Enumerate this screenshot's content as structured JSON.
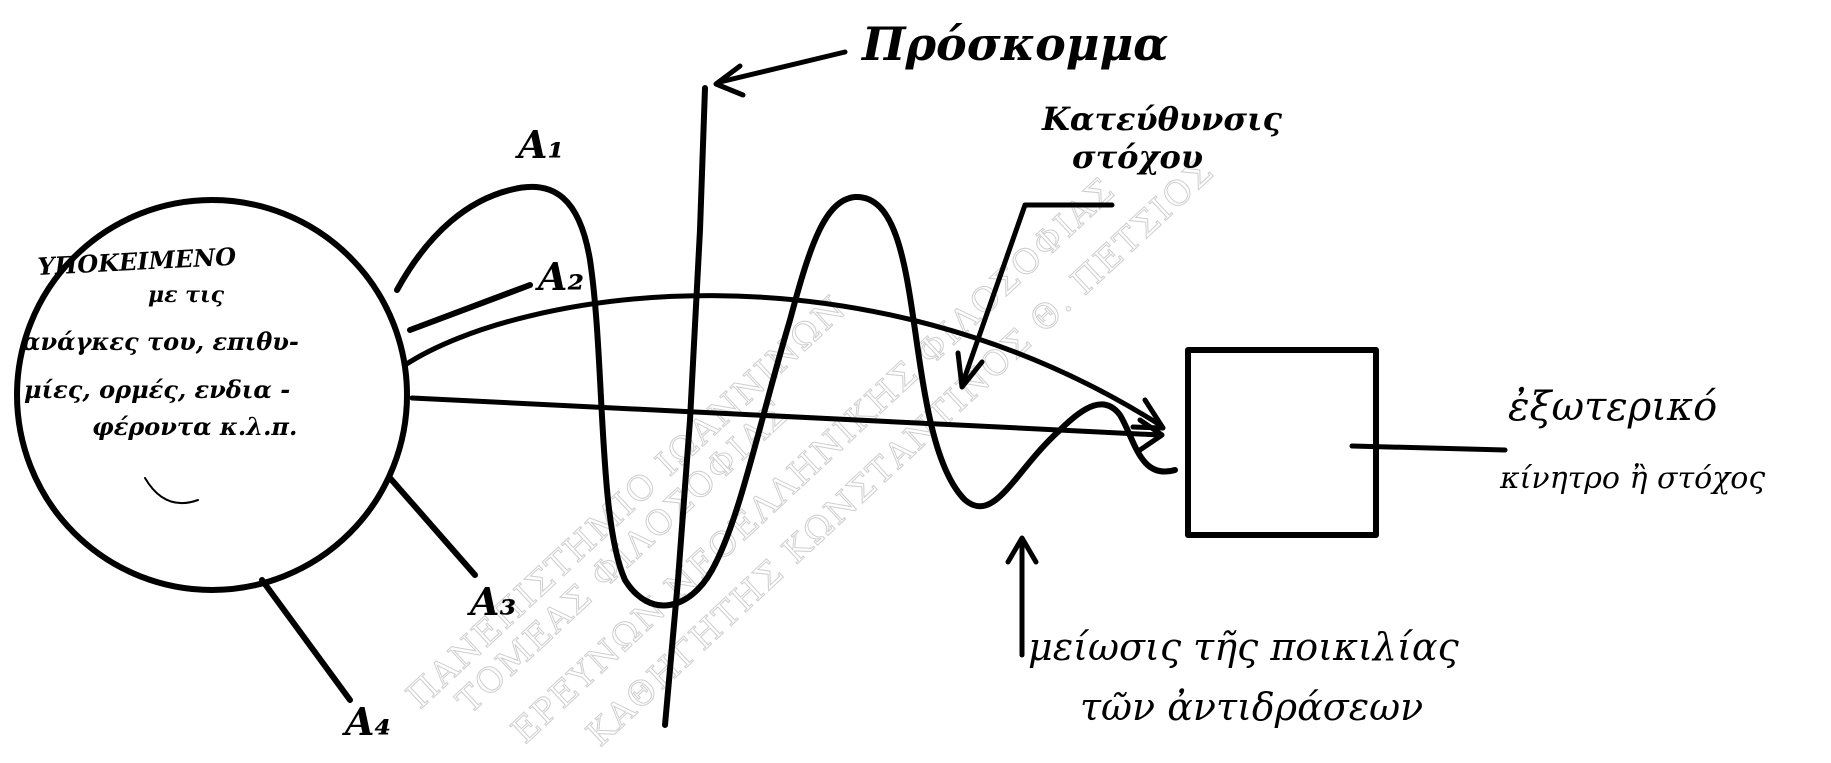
{
  "obstacle_label": "Πρόσκομμα",
  "goal_directions_label": {
    "line1": "Κατεύθυνσις",
    "line2": "στόχου"
  },
  "subject_label": {
    "line1": "ΥΠΟΚΕΙΜΕΝΟ",
    "line2": "με τις",
    "line3": "ανάγκες του, επιθυ-",
    "line4": "μίες, ορμές, ενδια -",
    "line5": "φέροντα κ.λ.π."
  },
  "attempts": {
    "a1": "A₁",
    "a2": "A₂",
    "a3": "A₃",
    "a4": "A₄"
  },
  "external_label": {
    "line1": "ἐξωτερικό",
    "line2": "κίνητρο ἢ στόχος"
  },
  "variety_label": {
    "line1": "μείωσις τῆς ποικιλίας",
    "line2": "τῶν ἀντιδράσεων"
  },
  "watermark": {
    "line1": "ΠΑΝΕΠΙΣΤΗΜΙΟ ΙΩΑΝΝΙΝΩΝ",
    "line2": "ΤΟΜΕΑΣ ΦΙΛΟΣΟΦΙΑΣ",
    "line3": "ΕΡΕΥΝΩΝ ΝΕΟΕΛΛΗΝΙΚΗΣ ΦΙΛΟΣΟΦΙΑΣ",
    "line4": "ΚΑΘΗΓΗΤΗΣ ΚΩΝΣΤΑΝΤΙΝΟΣ Θ. ΠΕΤΣΙΟΣ"
  }
}
